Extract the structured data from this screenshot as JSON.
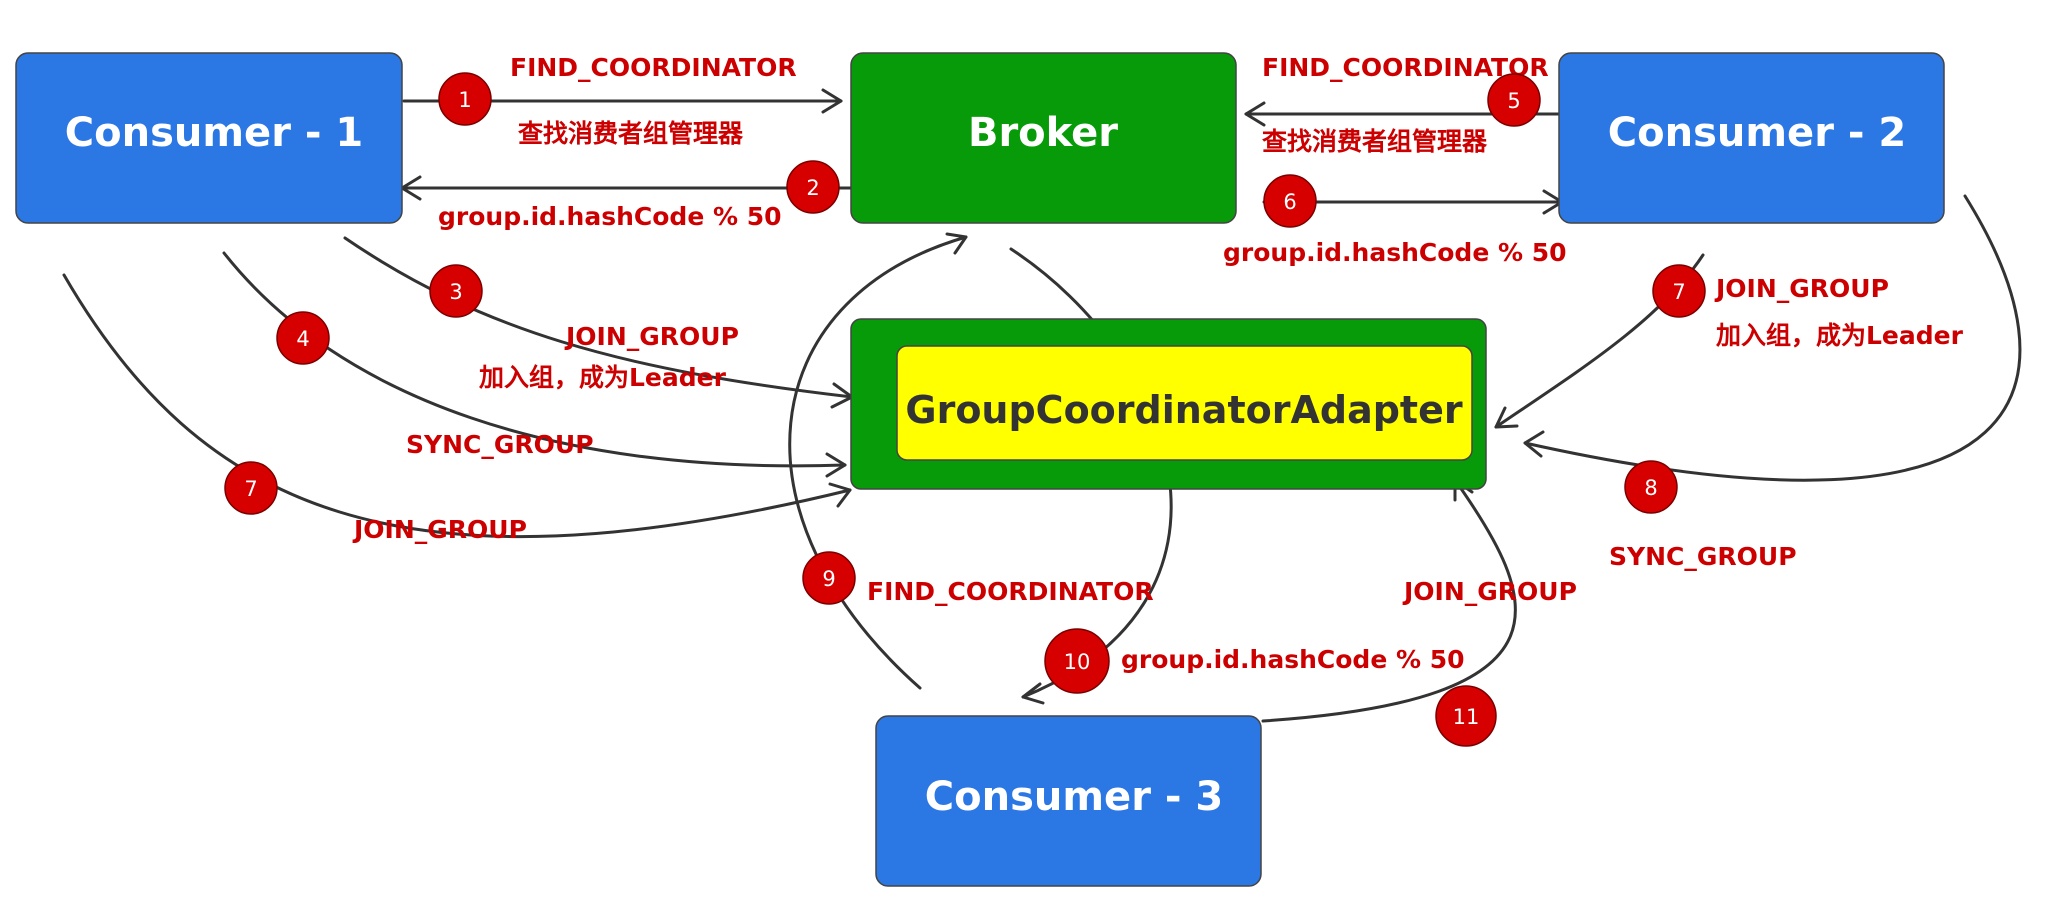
{
  "colors": {
    "consumer_fill": "#2b77e4",
    "broker_fill": "#079b0a",
    "adapter_outer_fill": "#079b0a",
    "adapter_inner_fill": "#ffff00",
    "badge_fill": "#d60000",
    "label_color": "#cc0000",
    "line_color": "#333333"
  },
  "nodes": {
    "consumer1": "Consumer - 1",
    "consumer2": "Consumer - 2",
    "consumer3": "Consumer - 3",
    "broker": "Broker",
    "adapter": "GroupCoordinatorAdapter"
  },
  "steps": {
    "s1": "1",
    "s2": "2",
    "s3": "3",
    "s4": "4",
    "s5": "5",
    "s6": "6",
    "s7a": "7",
    "s7b": "7",
    "s8": "8",
    "s9": "9",
    "s10": "10",
    "s11": "11"
  },
  "labels": {
    "c1_find": "FIND_COORDINATOR",
    "c1_find_cn": "查找消费者组管理器",
    "c1_hash": "group.id.hashCode % 50",
    "c1_join": "JOIN_GROUP",
    "c1_join_cn": "加入组，成为Leader",
    "c1_sync": "SYNC_GROUP",
    "c1_join2": "JOIN_GROUP",
    "c2_find": "FIND_COORDINATOR",
    "c2_find_cn": "查找消费者组管理器",
    "c2_hash": "group.id.hashCode % 50",
    "c2_join": "JOIN_GROUP",
    "c2_join_cn": "加入组，成为Leader",
    "c2_sync": "SYNC_GROUP",
    "c3_find": "FIND_COORDINATOR",
    "c3_hash": "group.id.hashCode % 50",
    "c3_join": "JOIN_GROUP"
  }
}
